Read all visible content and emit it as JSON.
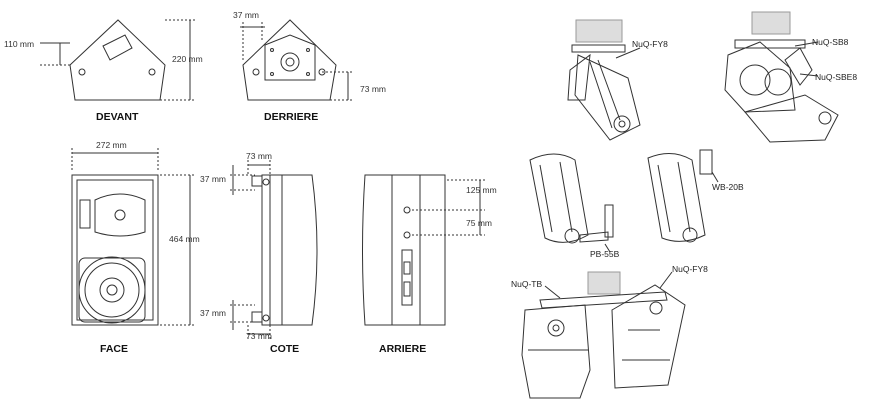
{
  "views": {
    "devant": "DEVANT",
    "derriere": "DERRIERE",
    "face": "FACE",
    "cote": "COTE",
    "arriere": "ARRIERE"
  },
  "dims": {
    "top_height_left": "110 mm",
    "top_height_right": "220 mm",
    "rear_offset_top": "37 mm",
    "rear_offset_side": "73 mm",
    "width": "272 mm",
    "height": "464 mm",
    "side_top_width": "73 mm",
    "side_top_offset": "37 mm",
    "side_bottom_offset": "37 mm",
    "side_bottom_width": "73 mm",
    "rear_pitch_1": "125 mm",
    "rear_pitch_2": "75 mm"
  },
  "accessories": {
    "fy8_top": "NuQ-FY8",
    "sb8": "NuQ-SB8",
    "sbe8": "NuQ-SBE8",
    "wb20b": "WB-20B",
    "pb55b": "PB-55B",
    "tb": "NuQ-TB",
    "fy8_bottom": "NuQ-FY8"
  }
}
